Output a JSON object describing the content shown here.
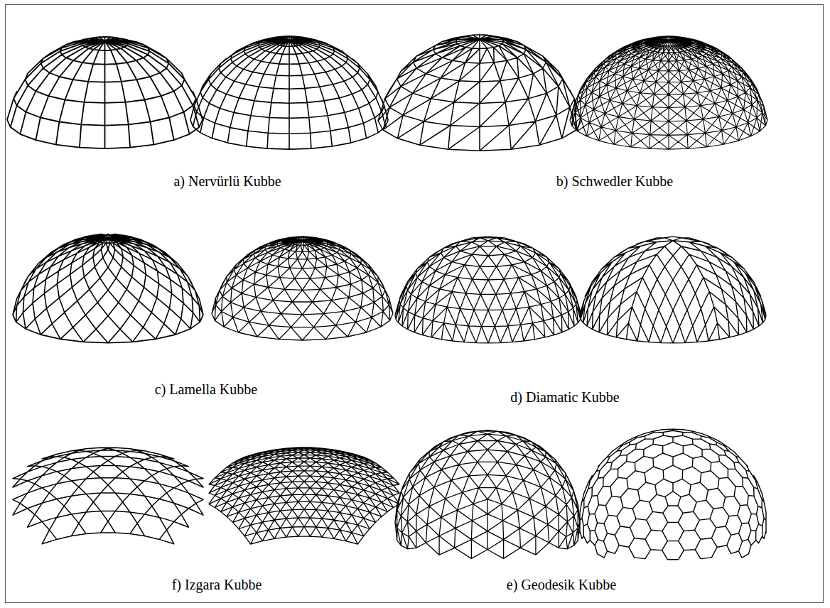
{
  "diagram": {
    "labels": [
      "a) Nervürlü Kubbe",
      "b) Schwedler Kubbe",
      "c) Lamella Kubbe",
      "d) Diamatic Kubbe",
      "f) Izgara Kubbe",
      "e) Geodesik Kubbe"
    ]
  }
}
